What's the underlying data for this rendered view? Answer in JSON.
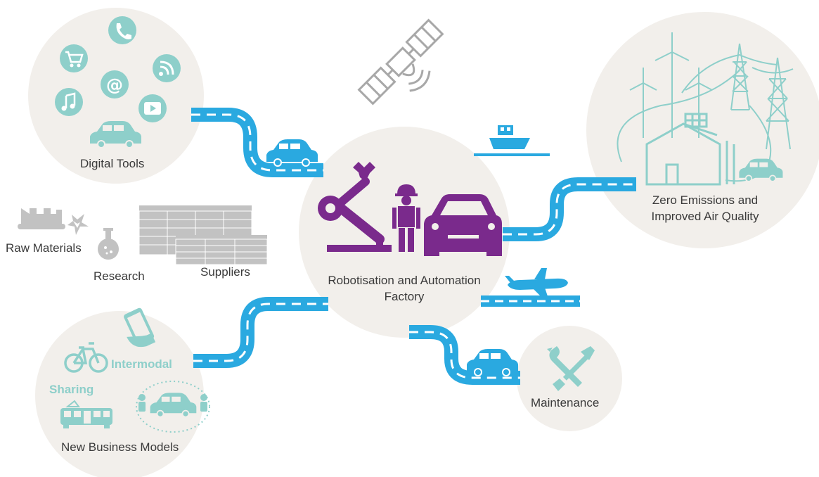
{
  "labels": {
    "digital_tools": "Digital Tools",
    "factory_line1": "Robotisation and Automation",
    "factory_line2": "Factory",
    "zero_line1": "Zero Emissions and",
    "zero_line2": "Improved Air Quality",
    "raw_materials": "Raw Materials",
    "research": "Research",
    "suppliers": "Suppliers",
    "new_business_models": "New Business Models",
    "intermodal": "Intermodal",
    "sharing": "Sharing",
    "maintenance": "Maintenance"
  },
  "icons": {
    "digital": [
      "phone-icon",
      "cart-icon",
      "rss-icon",
      "at-icon",
      "music-icon",
      "video-icon",
      "car-icon"
    ],
    "factory": [
      "robot-arm-icon",
      "worker-icon",
      "car-icon"
    ],
    "transport": [
      "satellite-icon",
      "ship-icon",
      "airplane-icon"
    ],
    "energy": [
      "wind-turbine-icon",
      "pylon-icon",
      "solar-house-icon",
      "car-icon"
    ],
    "mobility": [
      "smartphone-icon",
      "bicycle-icon",
      "tram-icon",
      "car-sharing-icon"
    ],
    "maintenance": [
      "wrench-screwdriver-icon"
    ]
  },
  "colors": {
    "circle": "#f2efeb",
    "road": "#2aa9e0",
    "road_dash": "#ffffff",
    "teal": "#8ecfca",
    "purple": "#7a2a8c",
    "grey": "#bdbdbd",
    "text": "#3a3a3a"
  }
}
